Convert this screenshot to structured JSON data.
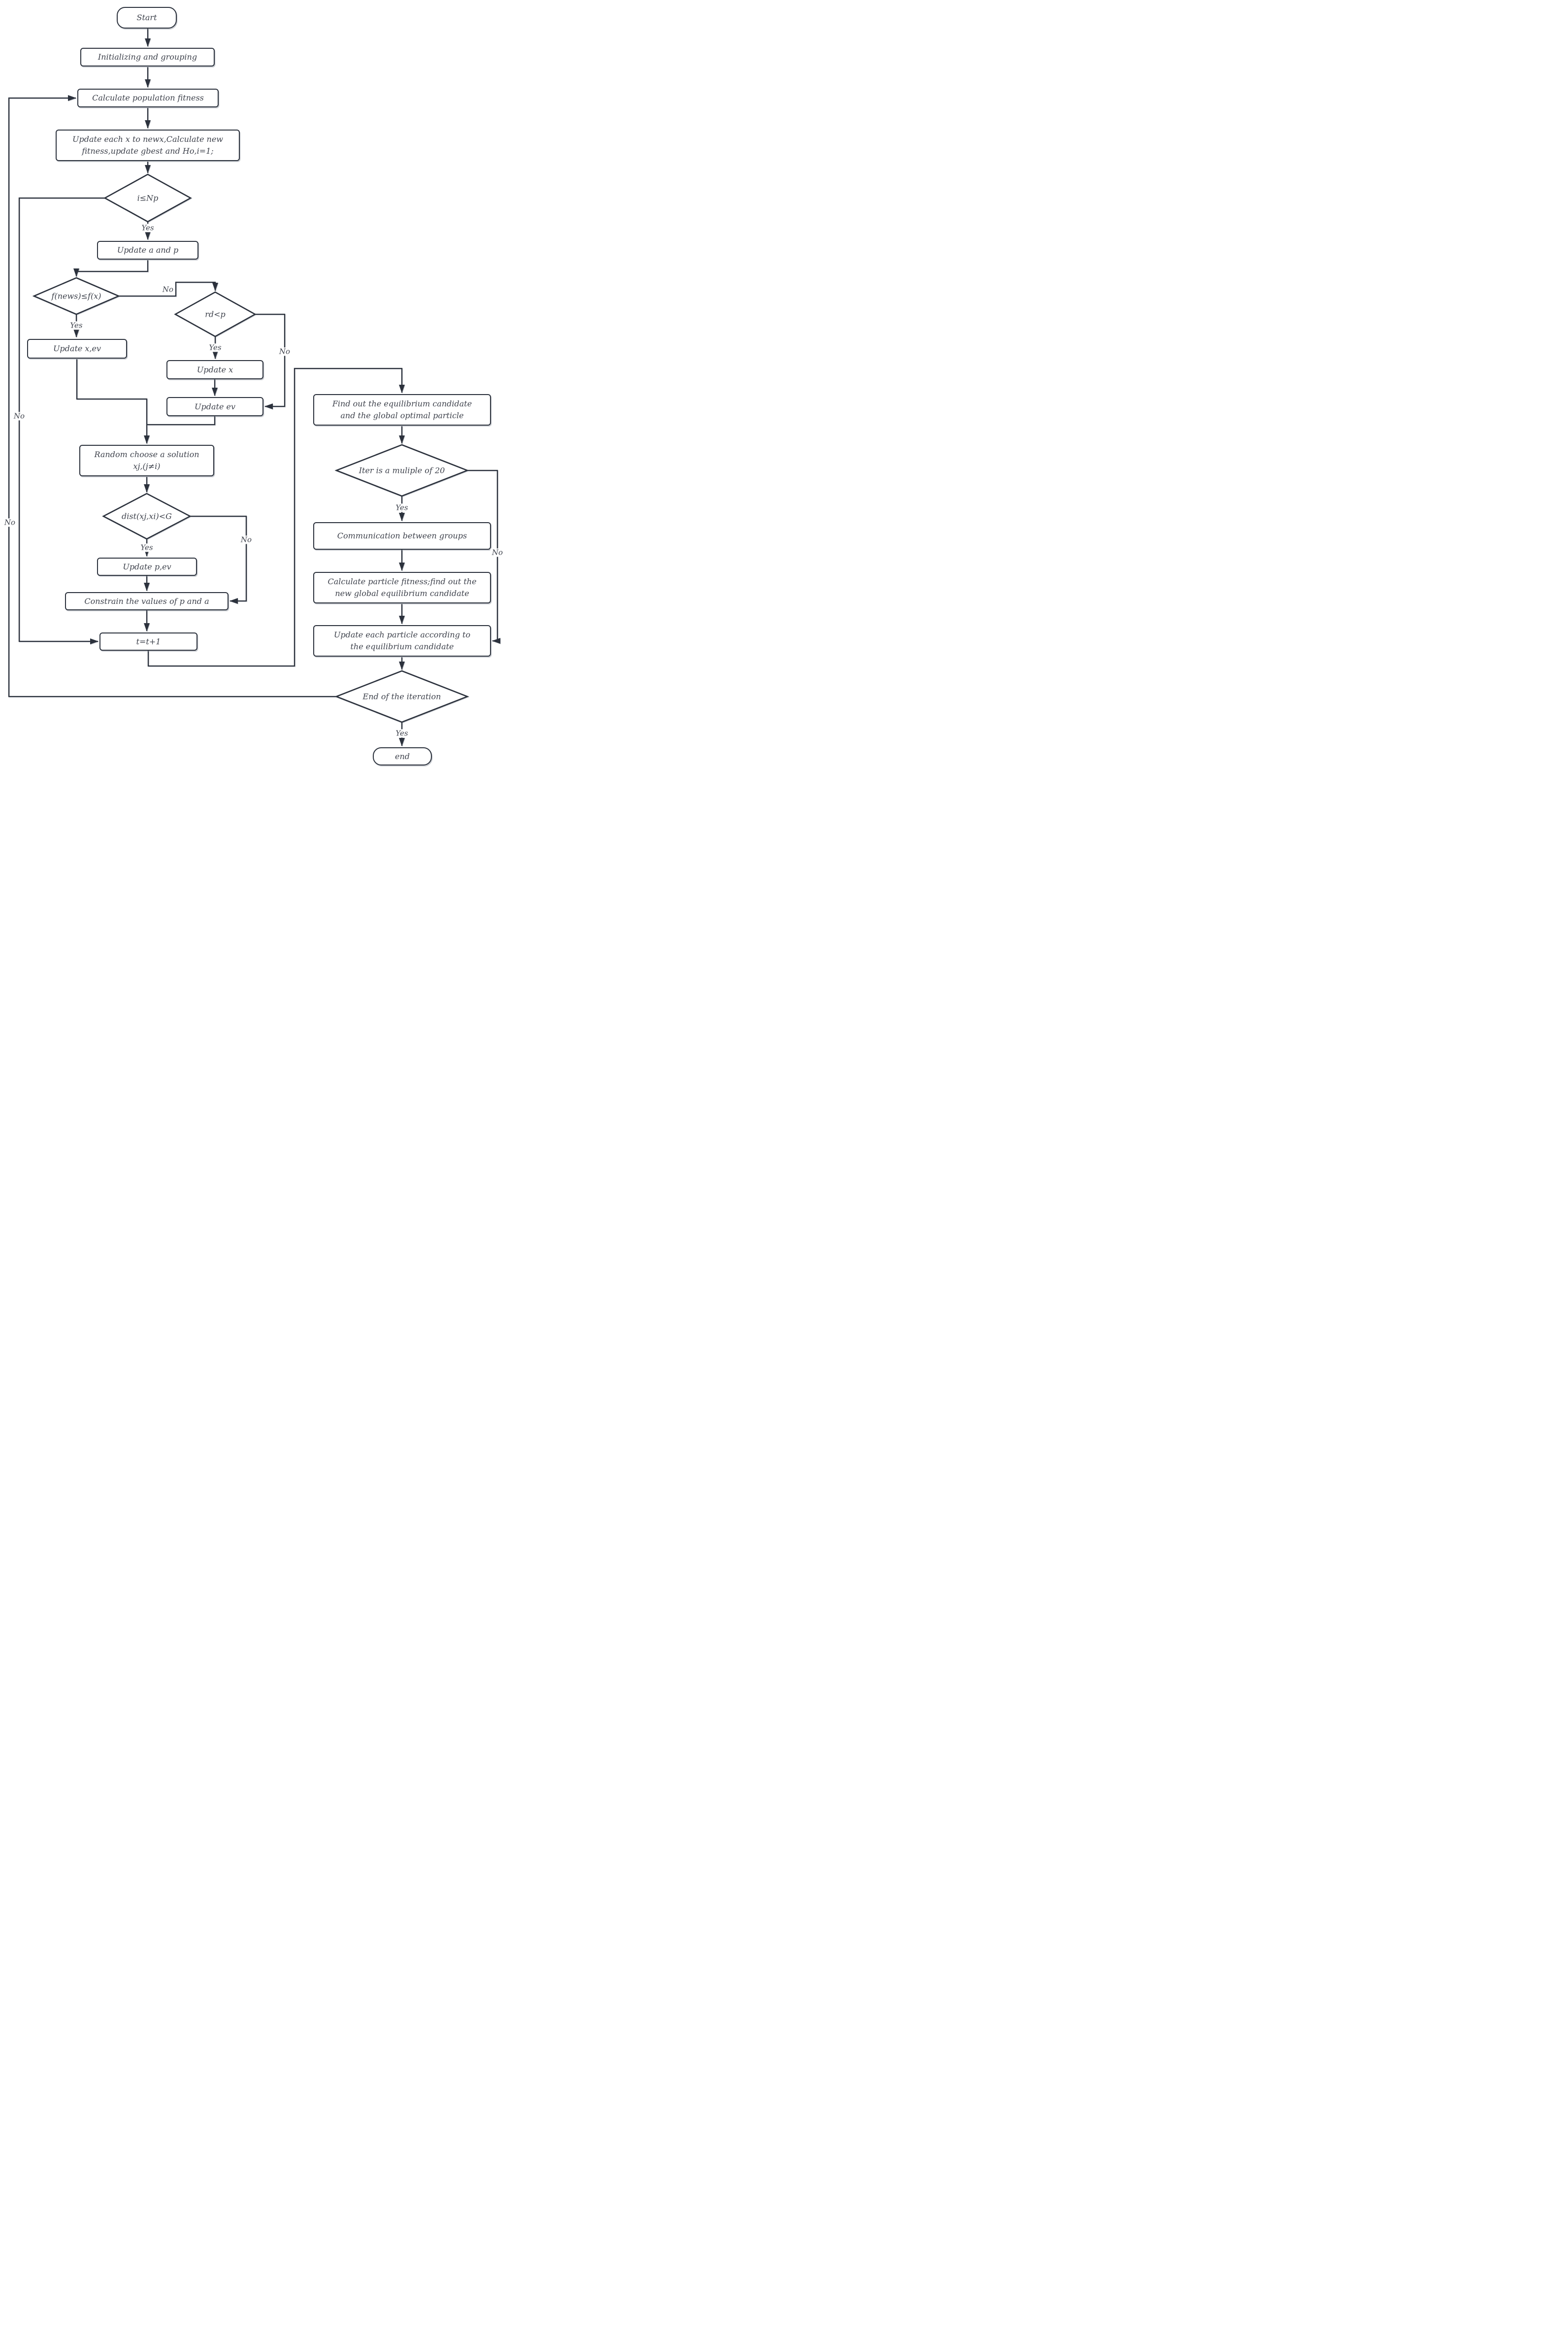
{
  "diagram": {
    "type": "flowchart",
    "colors": {
      "stroke": "#2c323d",
      "text": "#3f434d",
      "background": "#ffffff"
    },
    "labels": {
      "yes": "Yes",
      "no": "No"
    },
    "nodes": {
      "start": "Start",
      "init": "Initializing and grouping",
      "calc_pop": "Calculate population fitness",
      "update_each": "Update each x to newx,Calculate new\nfitness,update gbest and Ho,i=1;",
      "i_le_np": "i≤Np",
      "update_ap": "Update a and p",
      "fnews": "f(news)≤f(x)",
      "rdp": "rd<p",
      "update_xev": "Update x,ev",
      "update_x": "Update x",
      "update_ev": "Update ev",
      "random_choose": "Random choose a solution\nxj,(j≠i)",
      "dist": "dist(xj,xi)<G",
      "update_pev": "Update p,ev",
      "constrain": "Constrain the values of p and a",
      "t_inc": "t=t+1",
      "find_eq": "Find out the equilibrium candidate\nand the global optimal particle",
      "iter20": "Iter is a muliple of 20",
      "comm": "Communication between groups",
      "calc_fit": "Calculate particle fitness;find out the\nnew global equilibrium candidate",
      "update_particle": "Update each particle according to\nthe equilibrium candidate",
      "end_iter": "End of the iteration",
      "end": "end"
    }
  }
}
